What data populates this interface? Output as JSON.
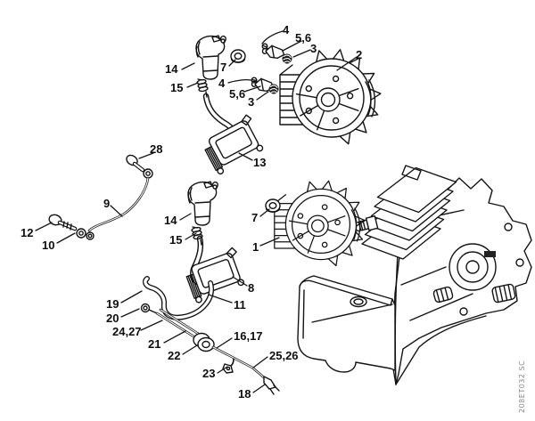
{
  "figure": {
    "background": "#ffffff",
    "ink": "#141414",
    "watermark": "208ET032 SC"
  },
  "callouts": [
    {
      "text": "4"
    },
    {
      "text": "5,6"
    },
    {
      "text": "3"
    },
    {
      "text": "2"
    },
    {
      "text": "7"
    },
    {
      "text": "4"
    },
    {
      "text": "5,6"
    },
    {
      "text": "3"
    },
    {
      "text": "14"
    },
    {
      "text": "15"
    },
    {
      "text": "13"
    },
    {
      "text": "28"
    },
    {
      "text": "9"
    },
    {
      "text": "12"
    },
    {
      "text": "10"
    },
    {
      "text": "14"
    },
    {
      "text": "15"
    },
    {
      "text": "7"
    },
    {
      "text": "1"
    },
    {
      "text": "8"
    },
    {
      "text": "11"
    },
    {
      "text": "19"
    },
    {
      "text": "20"
    },
    {
      "text": "24,27"
    },
    {
      "text": "21"
    },
    {
      "text": "22"
    },
    {
      "text": "16,17"
    },
    {
      "text": "25,26"
    },
    {
      "text": "23"
    },
    {
      "text": "18"
    }
  ]
}
